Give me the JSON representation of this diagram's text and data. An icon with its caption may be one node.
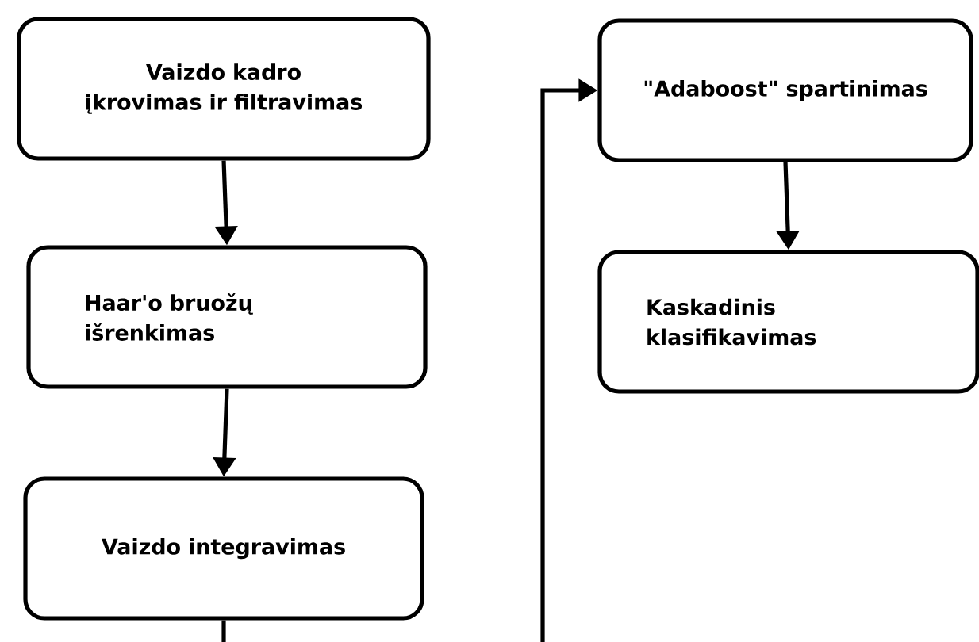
{
  "diagram": {
    "nodes": [
      {
        "text": [
          "Vaizdo kadro įkrovimas ir filtravimas"
        ]
      },
      {
        "text": [
          "Haar'o bruožų išrenkimas"
        ]
      },
      {
        "text": [
          "Vaizdo integravimas"
        ]
      },
      {
        "text": [
          "\"Adaboost\" spartinimas"
        ]
      },
      {
        "text": [
          "Kaskadinis klasifikavimas"
        ]
      }
    ],
    "edges": [
      {
        "from": 0,
        "to": 1,
        "arrow": "to"
      },
      {
        "from": 1,
        "to": 2,
        "arrow": "to"
      },
      {
        "from": 3,
        "to": 4,
        "arrow": "to"
      },
      {
        "from": 2,
        "to": null,
        "arrow": "none"
      },
      {
        "from": null,
        "to": 3,
        "arrow": "to"
      }
    ]
  }
}
